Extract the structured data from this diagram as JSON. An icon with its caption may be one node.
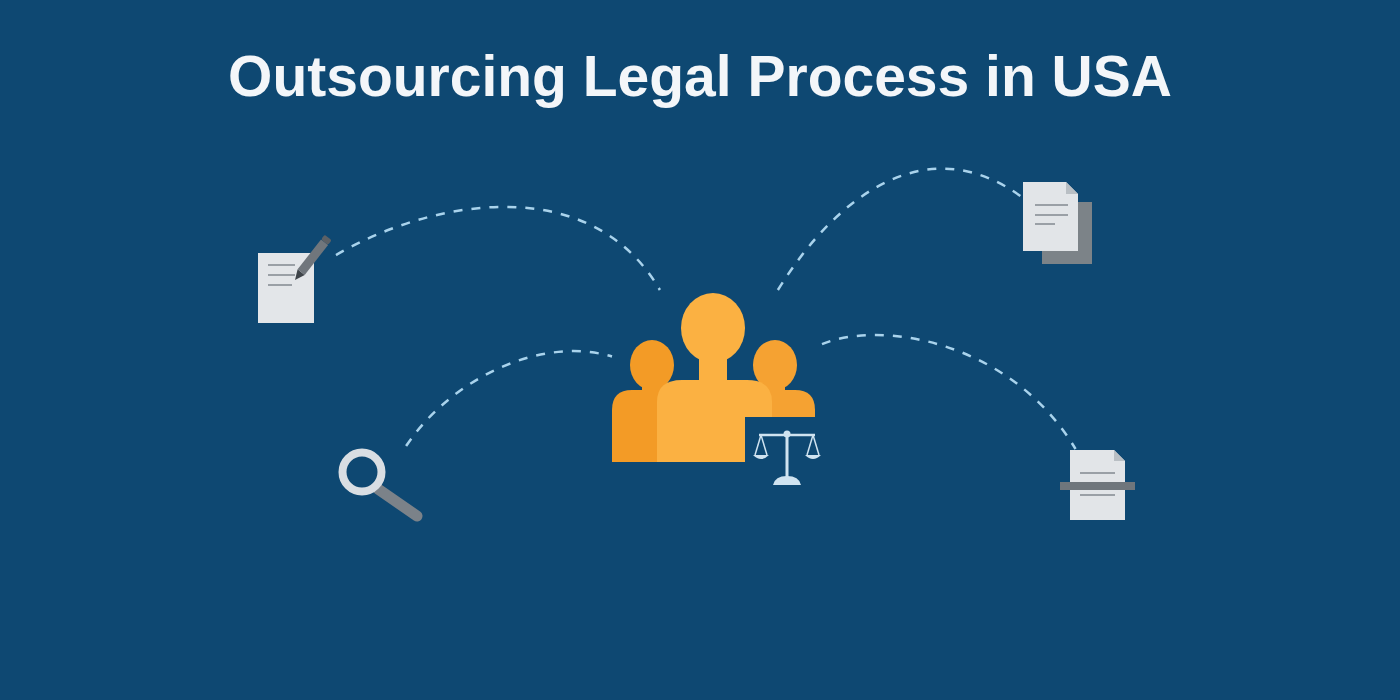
{
  "diagram": {
    "title": "Outsourcing Legal Process in USA",
    "nodes": [
      {
        "text": [],
        "shape": "picture"
      },
      {
        "text": [],
        "shape": "picture"
      },
      {
        "text": [],
        "shape": "picture"
      },
      {
        "text": [],
        "shape": "picture"
      },
      {
        "text": [],
        "shape": "picture"
      }
    ],
    "edges": [
      {
        "from": 0,
        "to": 2,
        "arrow": "none",
        "style": "dashed"
      },
      {
        "from": 1,
        "to": 2,
        "arrow": "none",
        "style": "dashed"
      },
      {
        "from": 2,
        "to": 3,
        "arrow": "none",
        "style": "dashed"
      },
      {
        "from": 2,
        "to": 4,
        "arrow": "none",
        "style": "dashed"
      }
    ]
  }
}
